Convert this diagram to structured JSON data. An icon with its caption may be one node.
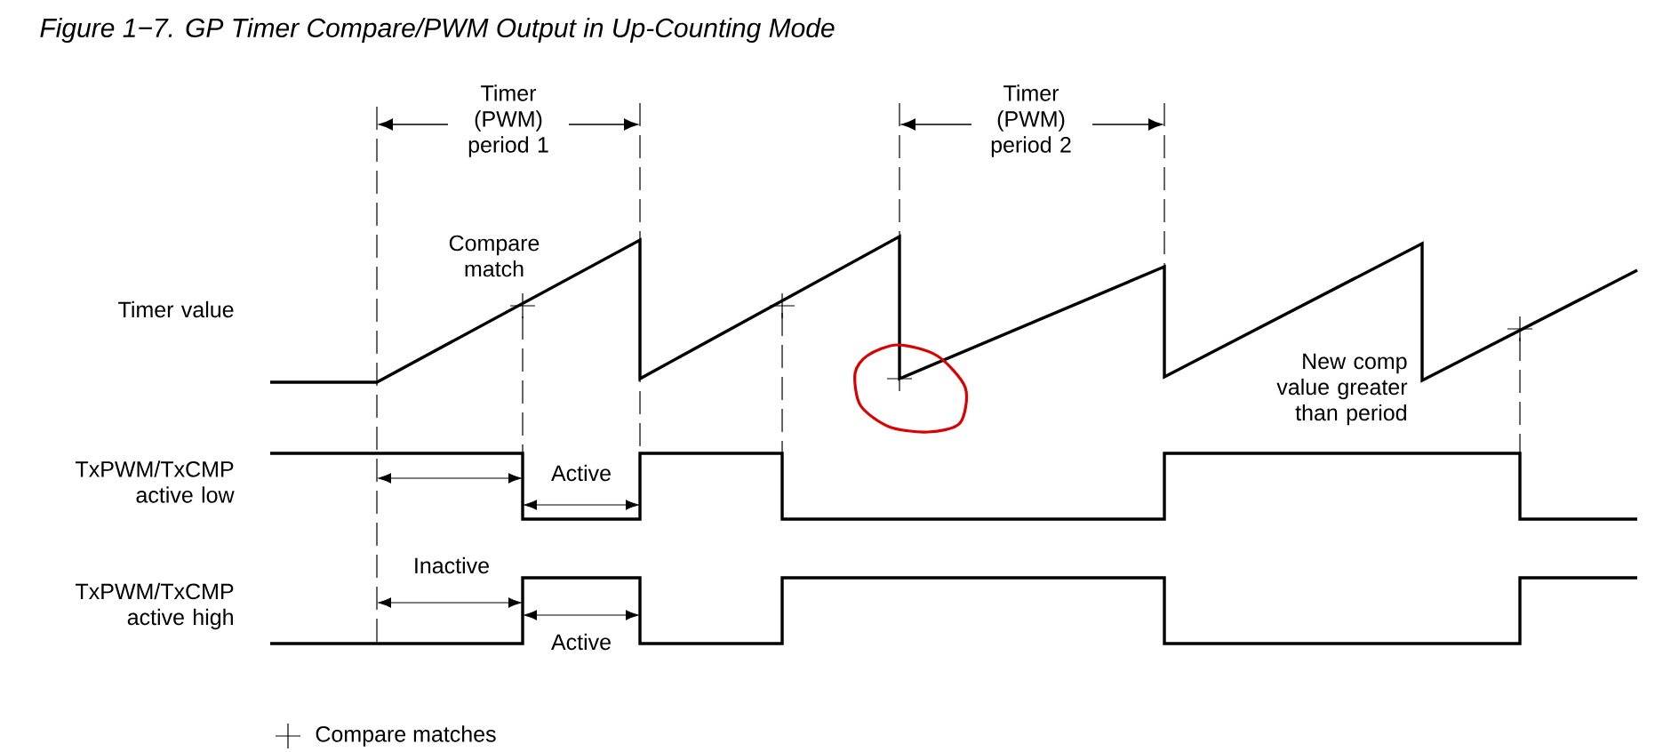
{
  "diagram": {
    "title": "Figure 1−7.  GP Timer Compare/PWM Output in Up-Counting Mode",
    "labels": [
      "Timer (PWM) period 1",
      "Timer (PWM) period 2",
      "Compare match",
      "Timer value",
      "New comp value greater than period",
      "TxPWM/TxCMP active low",
      "Active",
      "Inactive",
      "TxPWM/TxCMP active high",
      "Active"
    ],
    "legend": [
      {
        "text": "Compare matches"
      }
    ]
  }
}
